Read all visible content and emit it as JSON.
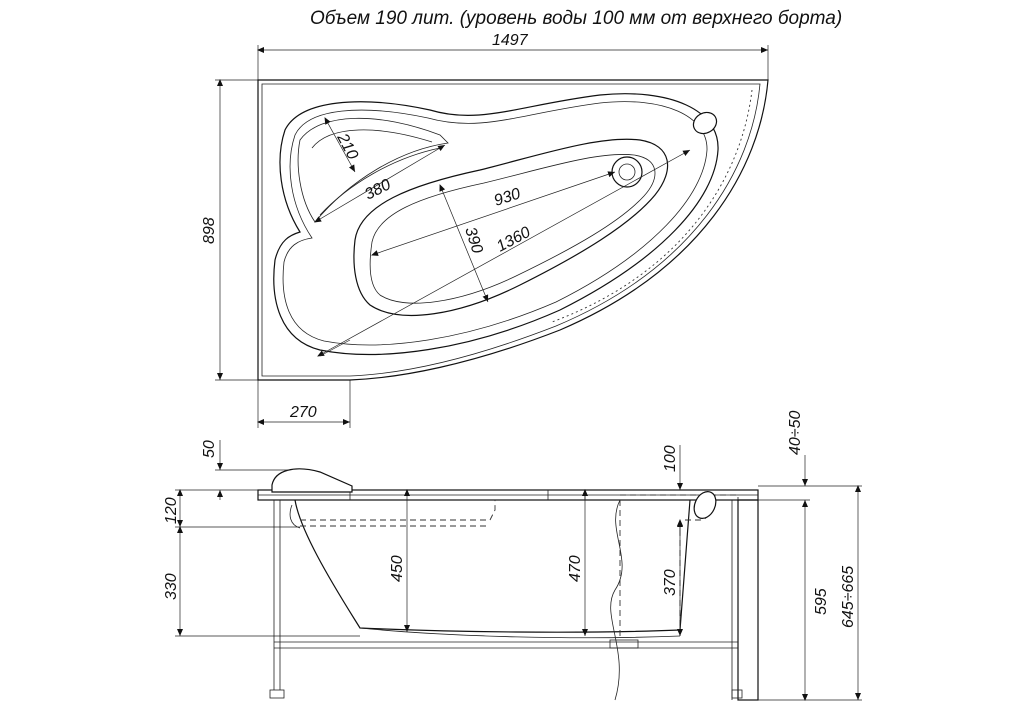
{
  "title": "Объем 190 лит. (уровень воды 100 мм от верхнего борта)",
  "top_view": {
    "width": "1497",
    "depth": "898",
    "offset": "270",
    "headrest_a": "210",
    "headrest_b": "380",
    "inner_length": "930",
    "inner_width": "390",
    "total_length": "1360"
  },
  "side_view": {
    "rim_top": "50",
    "rim": "120",
    "lower": "330",
    "depth_a": "450",
    "depth_b": "470",
    "depth_c": "370",
    "overflow": "100",
    "adjust": "40÷50",
    "panel": "595",
    "total": "645÷665"
  }
}
